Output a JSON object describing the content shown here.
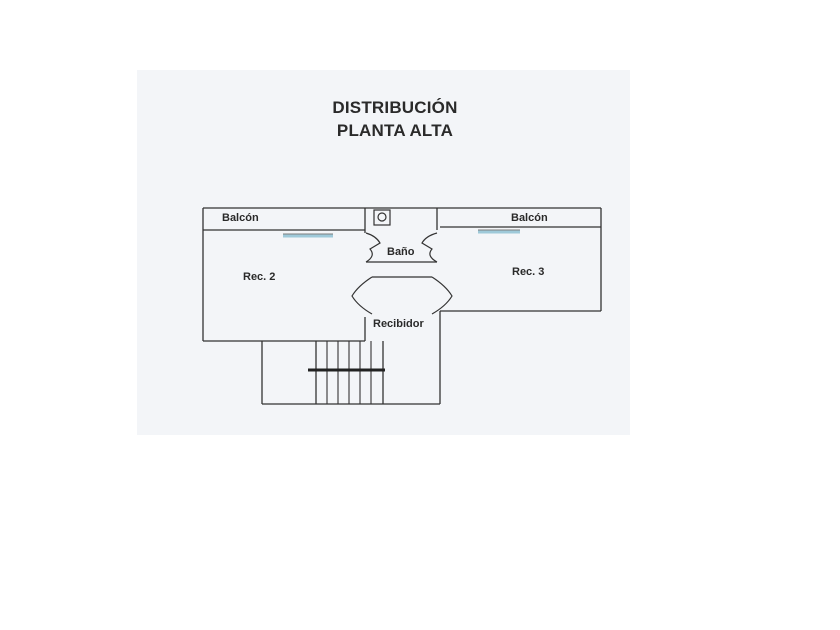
{
  "title": {
    "line1": "DISTRIBUCIÓN",
    "line2": "PLANTA ALTA"
  },
  "rooms": {
    "balcony_left": "Balcón",
    "balcony_right": "Balcón",
    "bathroom": "Baño",
    "bedroom_2": "Rec. 2",
    "bedroom_3": "Rec. 3",
    "hall": "Recibidor"
  },
  "colors": {
    "line": "#333333",
    "window": "#9ec9d9",
    "scan_background": "#f3f5f8"
  }
}
